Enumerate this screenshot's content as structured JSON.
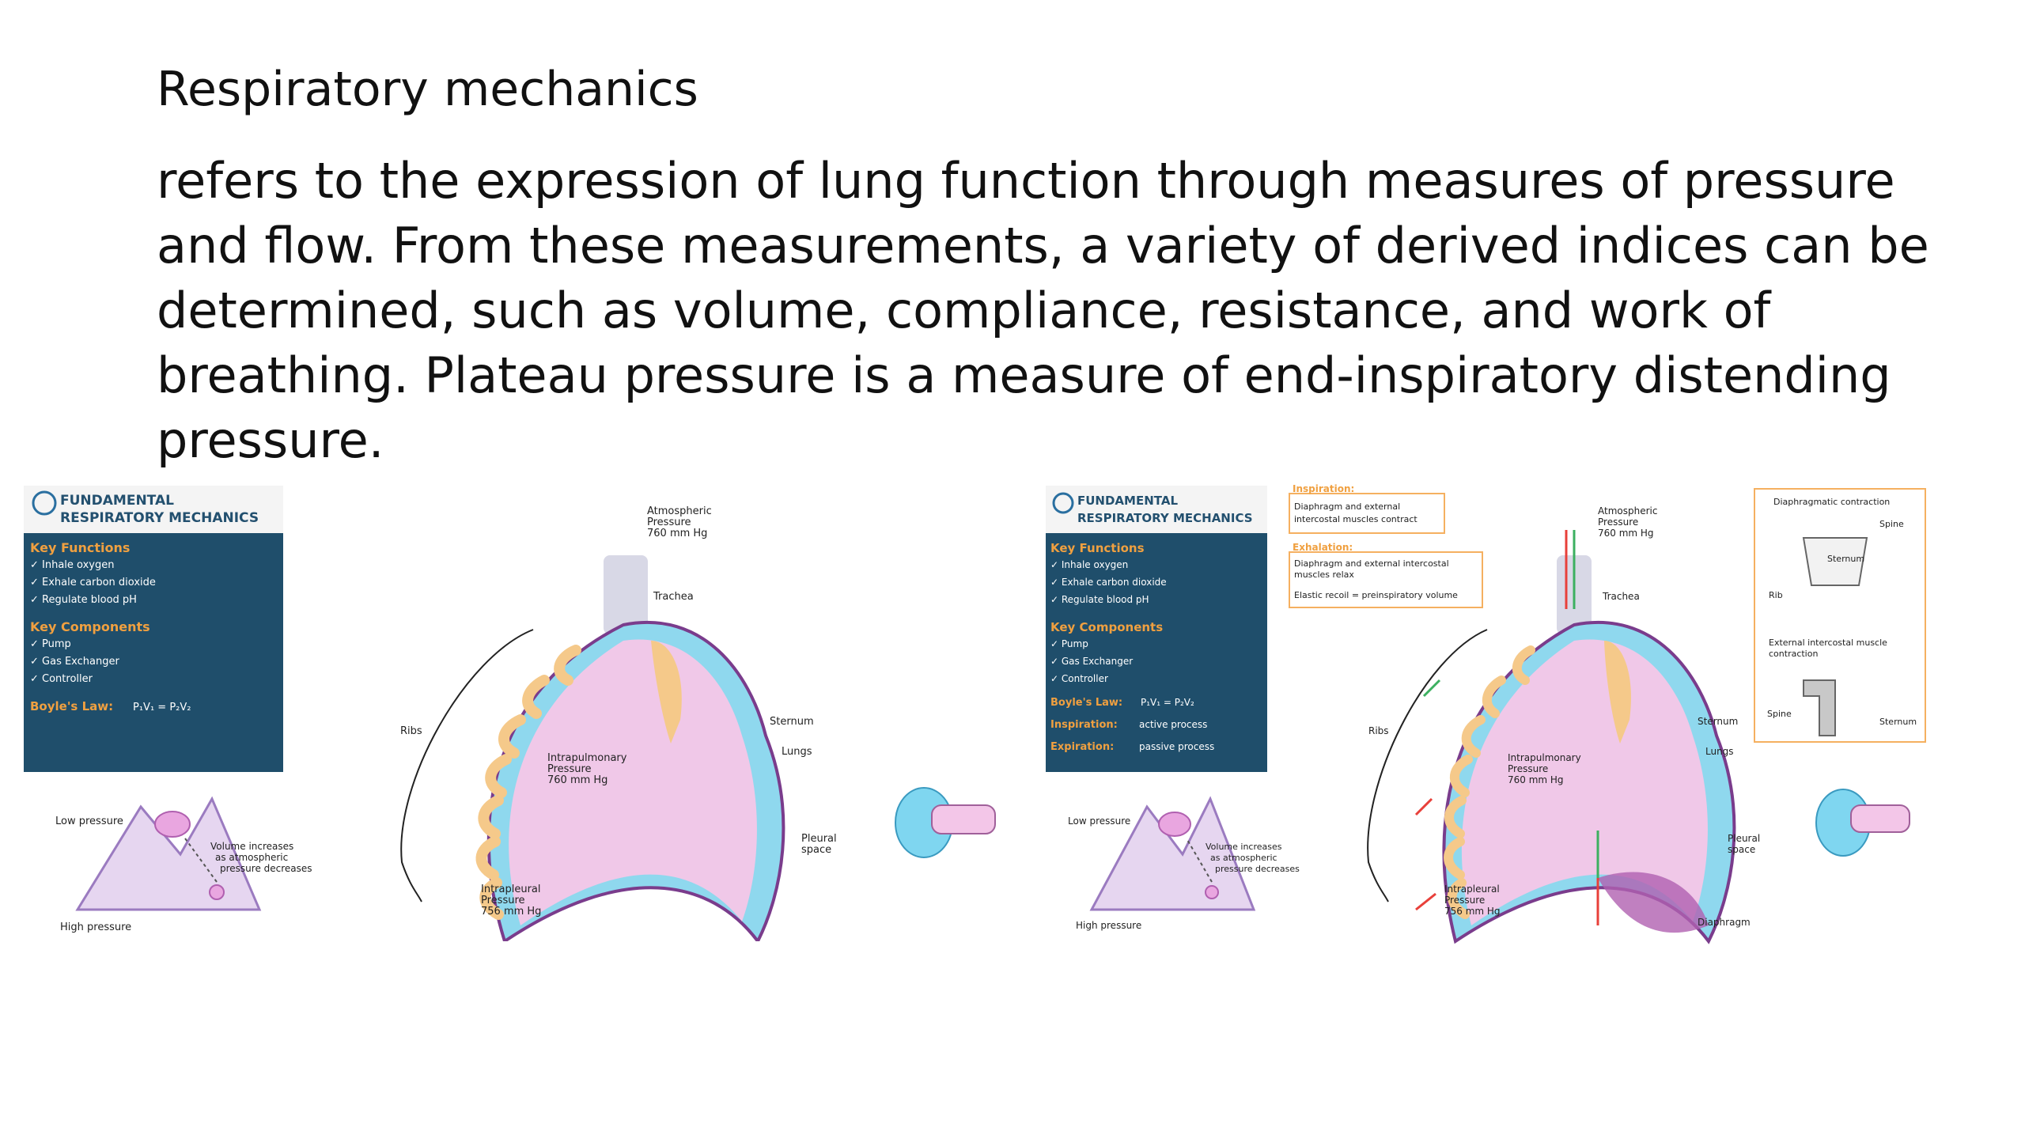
{
  "slide": {
    "title": "Respiratory mechanics",
    "body": " refers to the expression of lung function through measures of pressure and flow. From these measurements, a variety of derived indices can be determined, such as volume, compliance, resistance, and work of breathing. Plateau pressure is a measure of end-inspiratory distending pressure."
  },
  "card": {
    "title_line1": "FUNDAMENTAL",
    "title_line2": "RESPIRATORY MECHANICS",
    "functions_heading": "Key Functions",
    "functions": [
      "✓ Inhale oxygen",
      "✓ Exhale carbon dioxide",
      "✓ Regulate blood pH"
    ],
    "components_heading": "Key Components",
    "components": [
      "✓ Pump",
      "✓ Gas Exchanger",
      "✓ Controller"
    ],
    "boyle_label": "Boyle's Law:",
    "boyle_formula": "P₁V₁ = P₂V₂",
    "inspiration_label": "Inspiration:",
    "inspiration_value": "active process",
    "expiration_label": "Expiration:",
    "expiration_value": "passive process"
  },
  "balloon_inset": {
    "low_pressure": "Low pressure",
    "high_pressure": "High pressure",
    "note_line1": "Volume increases",
    "note_line2": "as atmospheric",
    "note_line3": "pressure decreases"
  },
  "lung_labels": {
    "atmospheric_line1": "Atmospheric",
    "atmospheric_line2": "Pressure",
    "atmospheric_line3": "760 mm Hg",
    "trachea": "Trachea",
    "ribs": "Ribs",
    "sternum": "Sternum",
    "lungs": "Lungs",
    "intrapulmonary_line1": "Intrapulmonary",
    "intrapulmonary_line2": "Pressure",
    "intrapulmonary_line3": "760 mm Hg",
    "pleural_line1": "Pleural",
    "pleural_line2": "space",
    "intrapleural_line1": "Intrapleural",
    "intrapleural_line2": "Pressure",
    "intrapleural_line3": "756 mm Hg",
    "diaphragm": "Diaphragm"
  },
  "phase_boxes": {
    "inspiration_heading": "Inspiration:",
    "inspiration_line1": "Diaphragm and external",
    "inspiration_line2": "intercostal muscles contract",
    "exhalation_heading": "Exhalation:",
    "exhalation_line1": "Diaphragm and external intercostal",
    "exhalation_line2": "muscles relax",
    "elastic_recoil": "Elastic recoil = preinspiratory volume"
  },
  "contraction_panel": {
    "diaphragmatic": "Diaphragmatic contraction",
    "spine": "Spine",
    "sternum": "Sternum",
    "rib": "Rib",
    "external_line1": "External intercostal muscle",
    "external_line2": "contraction",
    "spine2": "Spine",
    "sternum2": "Sternum"
  },
  "colors": {
    "card_bg": "#1f4e6b",
    "card_header_bg": "#f4f4f4",
    "card_heading": "#f0a040",
    "lung_fill": "#f0c8e8",
    "pleura": "#8fd8ee",
    "rib": "#f5c98a",
    "arrow_red": "#e8403a",
    "arrow_green": "#3cb060",
    "balloon": "#7fd6f0",
    "diaphragm": "#b060b0"
  }
}
